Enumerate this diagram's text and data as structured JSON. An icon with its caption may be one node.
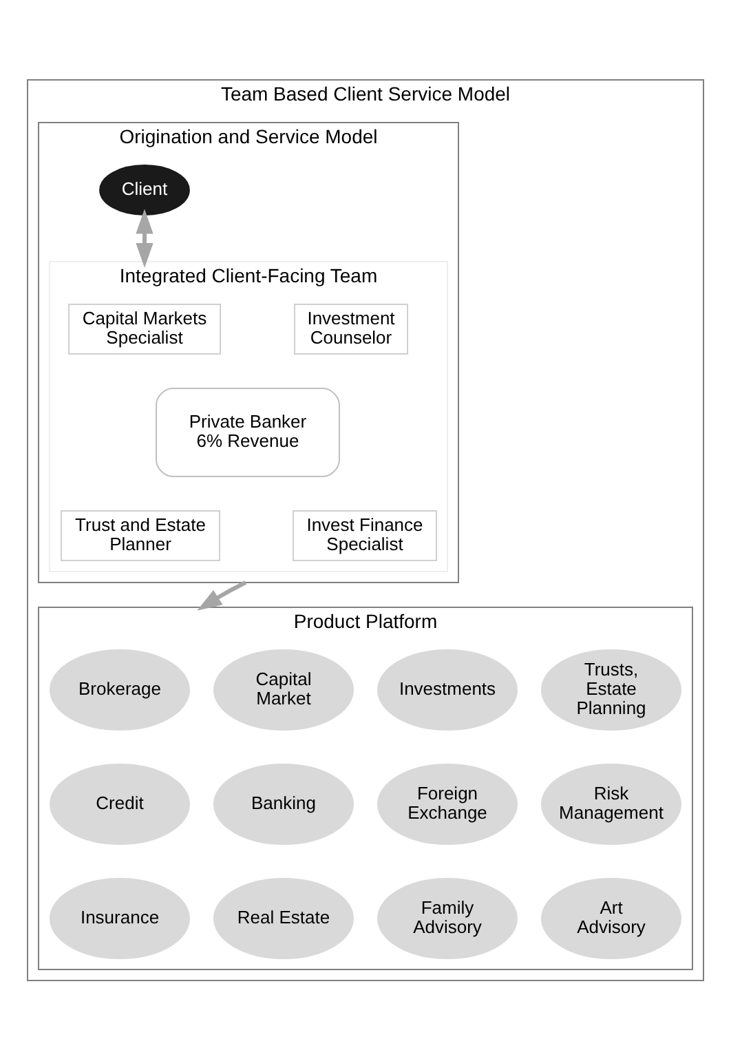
{
  "diagram": {
    "nodes": [
      {
        "text": [
          "Team Based Client Service Model"
        ]
      },
      {
        "text": [
          "Origination and Service Model"
        ],
        "in": 0
      },
      {
        "text": [
          "Client"
        ],
        "in": 1
      },
      {
        "text": [
          "Integrated Client-Facing Team"
        ],
        "in": 1
      },
      {
        "text": [
          "Capital Markets Specialist"
        ],
        "in": 3
      },
      {
        "text": [
          "Investment Counselor"
        ],
        "in": 3
      },
      {
        "text": [
          "Private Banker 6% Revenue"
        ],
        "in": 3
      },
      {
        "text": [
          "Trust and Estate Planner"
        ],
        "in": 3
      },
      {
        "text": [
          "Invest Finance Specialist"
        ],
        "in": 3
      },
      {
        "text": [
          "Product Platform"
        ],
        "in": 0
      },
      {
        "text": [
          "Brokerage"
        ],
        "in": 9
      },
      {
        "text": [
          "Capital Market"
        ],
        "in": 9
      },
      {
        "text": [
          "Investments"
        ],
        "in": 9
      },
      {
        "text": [
          "Trusts, Estate Planning"
        ],
        "in": 9
      },
      {
        "text": [
          "Credit"
        ],
        "in": 9
      },
      {
        "text": [
          "Banking"
        ],
        "in": 9
      },
      {
        "text": [
          "Foreign Exchange"
        ],
        "in": 9
      },
      {
        "text": [
          "Risk Management"
        ],
        "in": 9
      },
      {
        "text": [
          "Insurance"
        ],
        "in": 9
      },
      {
        "text": [
          "Real Estate"
        ],
        "in": 9
      },
      {
        "text": [
          "Family Advisory"
        ],
        "in": 9
      },
      {
        "text": [
          "Art Advisory"
        ],
        "in": 9
      }
    ],
    "edges": [
      {
        "from": 2,
        "to": 3,
        "arrow": "both"
      },
      {
        "from": 1,
        "to": 9,
        "arrow": "to"
      }
    ]
  }
}
